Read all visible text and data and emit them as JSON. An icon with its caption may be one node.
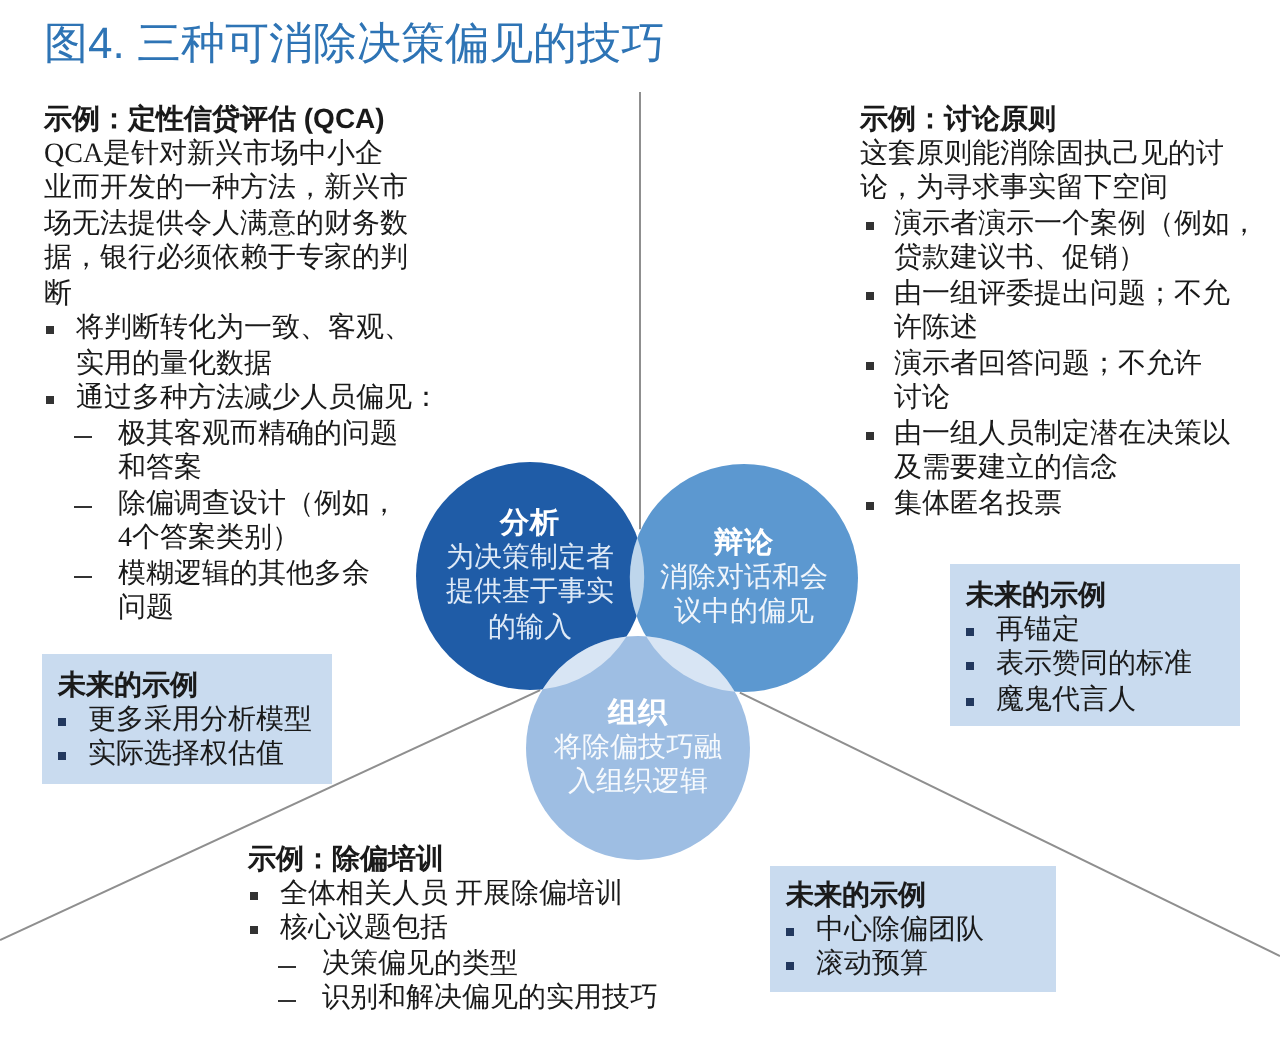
{
  "diagram": {
    "title": "图4. 三种可消除决策偏见的技巧",
    "nodes": [
      {
        "text": [
          "分析",
          "为决策制定者提供基于事实的输入"
        ]
      },
      {
        "text": [
          "辩论",
          "消除对话和会议中的偏见"
        ]
      },
      {
        "text": [
          "组织",
          "将除偏技巧融入组织逻辑"
        ]
      },
      {
        "text": [
          "未来的示例",
          "更多采用分析模型",
          "实际选择权估值"
        ]
      },
      {
        "text": [
          "未来的示例",
          "再锚定",
          "表示赞同的标准",
          "魔鬼代言人"
        ]
      },
      {
        "text": [
          "未来的示例",
          "中心除偏团队",
          "滚动预算"
        ]
      }
    ],
    "labels": [
      "示例：定性信贷评估 (QCA)",
      "QCA是针对新兴市场中小企业而开发的一种方法，新兴市场无法提供令人满意的财务数据，银行必须依赖于专家的判断",
      "将判断转化为一致、客观、实用的量化数据",
      "通过多种方法减少人员偏见：",
      "极其客观而精确的问题和答案",
      "除偏调查设计（例如，4个答案类别）",
      "模糊逻辑的其他多余问题",
      "示例：讨论原则",
      "这套原则能消除固执己见的讨论，为寻求事实留下空间",
      "演示者演示一个案例（例如，贷款建议书、促销）",
      "由一组评委提出问题；不允许陈述",
      "演示者回答问题；不允许讨论",
      "由一组人员制定潜在决策以及需要建立的信念",
      "集体匿名投票",
      "示例：除偏培训",
      "全体相关人员 开展除偏培训",
      "核心议题包括",
      "决策偏见的类型",
      "识别和解决偏见的实用技巧"
    ]
  }
}
